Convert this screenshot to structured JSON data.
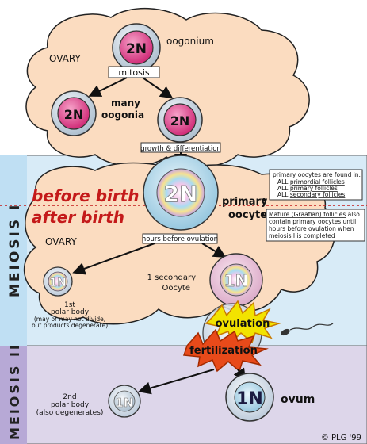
{
  "labels": {
    "ovary_top": "OVARY",
    "ovary_bottom": "OVARY",
    "oogonium": "oogonium",
    "mitosis": "mitosis",
    "many_oogonia_1": "many",
    "many_oogonia_2": "oogonia",
    "growth": "growth & differentiation",
    "before_birth": "before birth",
    "after_birth": "after birth",
    "primary_1": "primary",
    "primary_2": "oocyte",
    "hours_before": "hours before ovulation",
    "secondary_1": "1 secondary",
    "secondary_2": "Oocyte",
    "polar1_1": "1st",
    "polar1_2": "polar body",
    "polar1_3": "(may or may not divide,",
    "polar1_4": "but products degenerate)",
    "ovulation": "ovulation",
    "fertilization": "fertilization",
    "polar2_1": "2nd",
    "polar2_2": "polar body",
    "polar2_3": "(also degenerates)",
    "ovum": "ovum",
    "meiosis1": "MEIOSIS I",
    "meiosis2": "MEIOSIS II",
    "copyright": "© PLG '99"
  },
  "cells": {
    "oogonium": "2N",
    "oogonia_left": "2N",
    "oogonia_right": "2N",
    "primary": "2N",
    "polar1": "1N",
    "secondary": "1N",
    "polar2": "1N",
    "ovum": "1N"
  },
  "notes": {
    "n1_l1": "primary oocytes are found in:",
    "n1_l2_pre": "ALL ",
    "n1_l2_u": "primordial follicles",
    "n1_l3_pre": "ALL ",
    "n1_l3_u": "primary follicles",
    "n1_l4_pre": "ALL ",
    "n1_l4_u": "secondary follicles",
    "n2_l1_u": "Mature (Graafian) follicles",
    "n2_l1_post": " also",
    "n2_l2": "contain primary oocytes until",
    "n2_l3_u": "hours",
    "n2_l3_post": " before ovulation when",
    "n2_l4": "meiosis I is completed"
  },
  "colors": {
    "cloud": "#fbdcc0",
    "meiosis1_band": "#d8ebf7",
    "meiosis2_band": "#ddd6ea",
    "red_text": "#c41a1a",
    "burst": "#f2e300"
  }
}
